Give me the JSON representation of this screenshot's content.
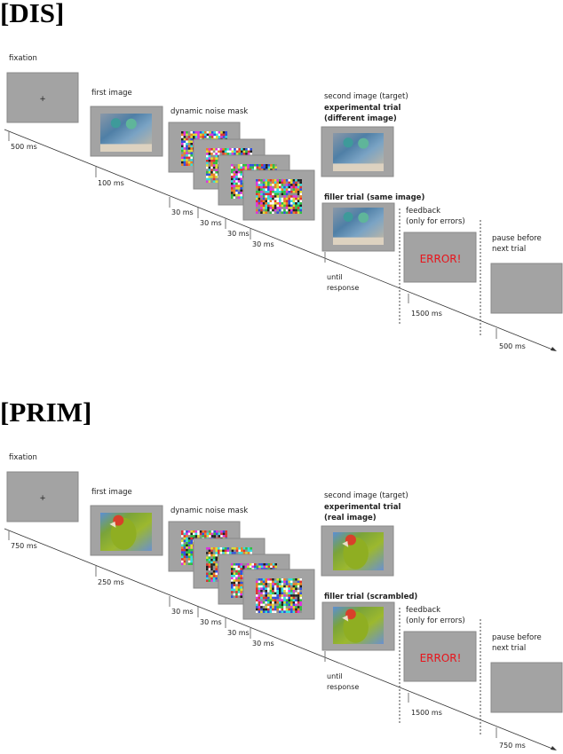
{
  "panels": [
    {
      "title": "[DIS]",
      "fixation": {
        "label": "fixation",
        "symbol": "+",
        "duration": "500 ms"
      },
      "first_image": {
        "label": "first image",
        "duration": "100 ms",
        "content": "surgeons-photo"
      },
      "noise_mask": {
        "label": "dynamic noise mask",
        "durations": [
          "30 ms",
          "30 ms",
          "30 ms",
          "30 ms"
        ]
      },
      "second_image": {
        "label": "second image (target)",
        "experimental_label": "experimental trial",
        "experimental_sub": "(different image)",
        "filler_label": "filler trial (same image)",
        "duration_line1": "until",
        "duration_line2": "response",
        "content": "surgeons-photo"
      },
      "feedback": {
        "label_line1": "feedback",
        "label_line2": "(only for errors)",
        "message": "ERROR!",
        "duration": "1500 ms"
      },
      "pause": {
        "label_line1": "pause before",
        "label_line2": "next trial",
        "duration": "500 ms"
      }
    },
    {
      "title": "[PRIM]",
      "fixation": {
        "label": "fixation",
        "symbol": "+",
        "duration": "750 ms"
      },
      "first_image": {
        "label": "first image",
        "duration": "250 ms",
        "content": "parrot-photo"
      },
      "noise_mask": {
        "label": "dynamic noise mask",
        "durations": [
          "30 ms",
          "30 ms",
          "30 ms",
          "30 ms"
        ]
      },
      "second_image": {
        "label": "second image (target)",
        "experimental_label": "experimental trial",
        "experimental_sub": "(real image)",
        "filler_label": "filler trial (scrambled)",
        "duration_line1": "until",
        "duration_line2": "response",
        "content": "parrot-photo"
      },
      "feedback": {
        "label_line1": "feedback",
        "label_line2": "(only for errors)",
        "message": "ERROR!",
        "duration": "1500 ms"
      },
      "pause": {
        "label_line1": "pause before",
        "label_line2": "next trial",
        "duration": "750 ms"
      }
    }
  ],
  "colors": {
    "screen": "#a3a3a3",
    "error_text": "#e8141b",
    "timeline": "#333333"
  }
}
